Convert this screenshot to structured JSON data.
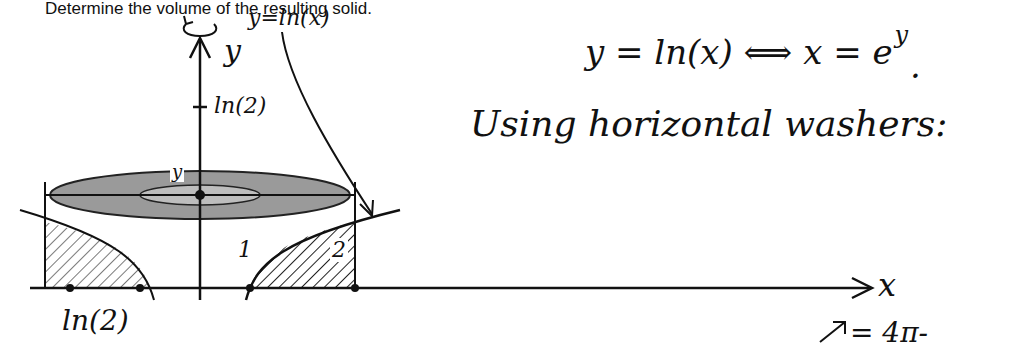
{
  "diagram": {
    "labels": [
      "Determine the volume of the resulting solid.",
      "y=ln(x)",
      "y = ln(x) ⟺ x = e",
      "y",
      ".",
      "y",
      "ln(2)",
      "Using horizontal washers:",
      "y",
      "x",
      "1",
      "2",
      "ln(2)",
      "= 4π-"
    ]
  }
}
